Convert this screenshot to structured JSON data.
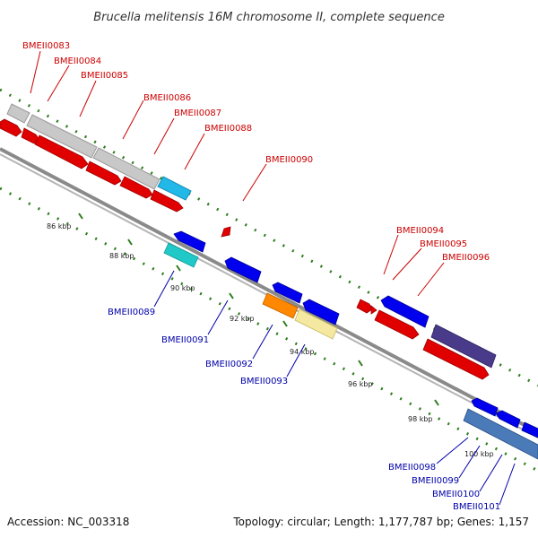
{
  "title": "Brucella melitensis 16M chromosome II, complete sequence",
  "footer": {
    "accession": "Accession: NC_003318",
    "stats": "Topology: circular; Length: 1,177,787 bp; Genes: 1,157"
  },
  "colors": {
    "forward_label": "#cc0000",
    "reverse_label": "#0000aa",
    "backbone": "#888888",
    "tick": "#2e7d1e"
  },
  "ticks": [
    "86 kbp",
    "88 kbp",
    "90 kbp",
    "92 kbp",
    "94 kbp",
    "96 kbp",
    "98 kbp",
    "100 kbp"
  ],
  "forward_labels": [
    "BMEII0083",
    "BMEII0084",
    "BMEII0085",
    "BMEII0086",
    "BMEII0087",
    "BMEII0088",
    "BMEII0090",
    "BMEII0094",
    "BMEII0095",
    "BMEII0096"
  ],
  "reverse_labels": [
    "BMEII0089",
    "BMEII0091",
    "BMEII0092",
    "BMEII0093",
    "BMEII0098",
    "BMEII0099",
    "BMEII0100",
    "BMEII0101"
  ]
}
